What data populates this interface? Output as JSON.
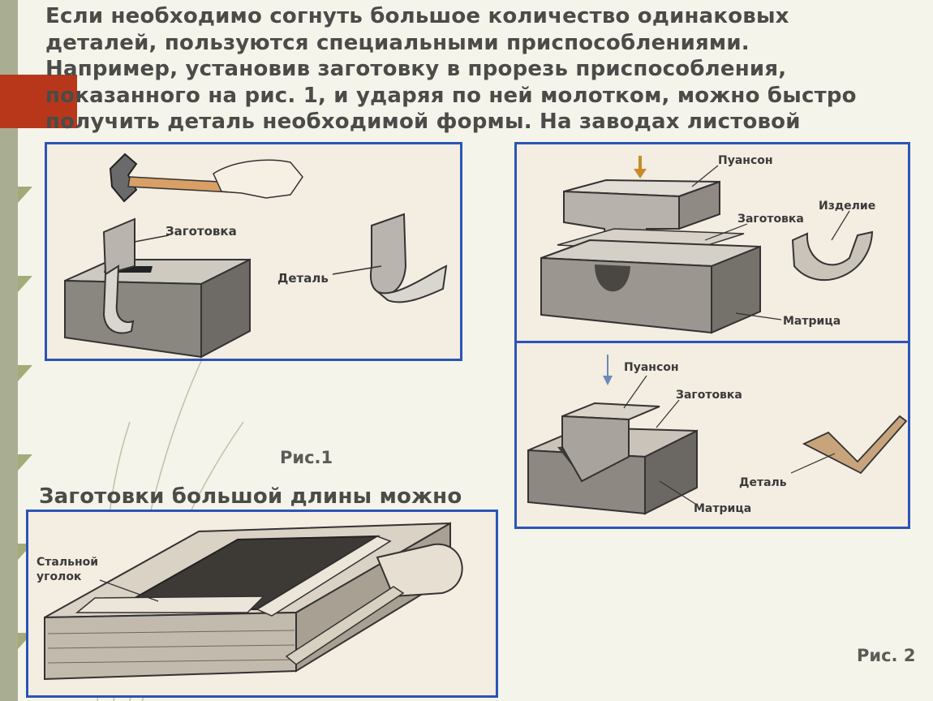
{
  "slide": {
    "paragraph_1": "Если необходимо согнуть большое количество одинаковых\nдеталей, пользуются специальными приспособлениями.\nНапример, установив заготовку в прорезь приспособления,\nпоказанного на рис. 1, и ударяя по ней молотком, можно быстро\nполучить деталь необходимой формы. На заводах листовой",
    "paragraph_2": "Заготовки большой длины можно",
    "caption_fig1": "Рис.1",
    "caption_fig2": "Рис. 2"
  },
  "fig1": {
    "label_workpiece": "Заготовка",
    "label_part": "Деталь"
  },
  "fig_press_round": {
    "label_punch": "Пуансон",
    "label_workpiece": "Заготовка",
    "label_product": "Изделие",
    "label_die": "Матрица"
  },
  "fig_press_v": {
    "label_punch": "Пуансон",
    "label_workpiece": "Заготовка",
    "label_part": "Деталь",
    "label_die": "Матрица"
  },
  "fig_angle": {
    "label_line1": "Стальной",
    "label_line2": "уголок"
  },
  "colors": {
    "accent_red": "#b8371a",
    "panel_border": "#2c54b8",
    "text": "#4b4b49"
  }
}
